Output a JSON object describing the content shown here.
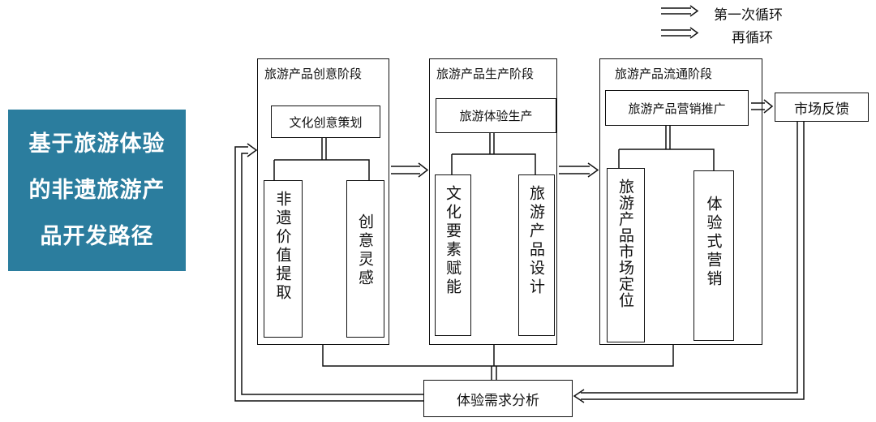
{
  "title": {
    "lines": [
      "基于旅游体验",
      "的非遗旅游产",
      "品开发路径"
    ]
  },
  "legend": {
    "first_cycle": "第一次循环",
    "re_cycle": "再循环"
  },
  "stages": [
    {
      "label": "旅游产品创意阶段",
      "top_box": "文化创意策划",
      "sub_items": [
        "非遗价值提取",
        "创意灵感"
      ]
    },
    {
      "label": "旅游产品生产阶段",
      "top_box": "旅游体验生产",
      "sub_items": [
        "文化要素赋能",
        "旅游产品设计"
      ]
    },
    {
      "label": "旅游产品流通阶段",
      "top_box": "旅游产品营销推广",
      "sub_items": [
        "旅游产品市场定位",
        "体验式营销"
      ]
    }
  ],
  "market_feedback": "市场反馈",
  "demand_analysis": "体验需求分析"
}
